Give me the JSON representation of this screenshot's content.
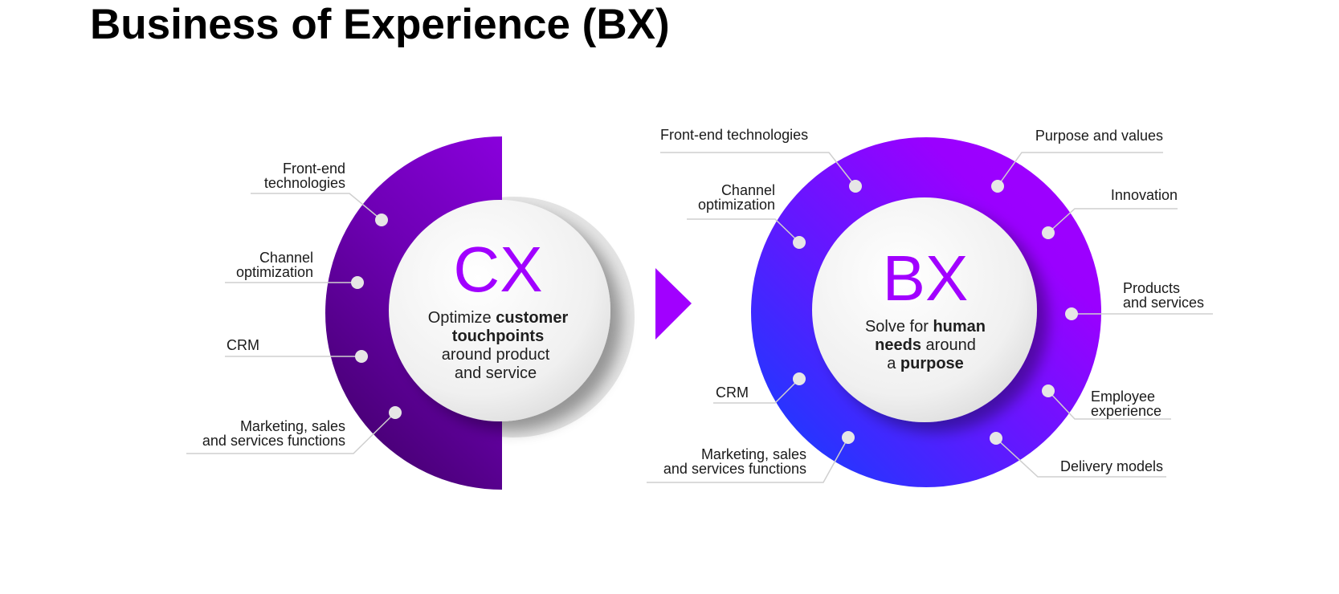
{
  "title": "Business of Experience (BX)",
  "colors": {
    "cx_ring_dark": "#3b005f",
    "cx_ring_light": "#a100ff",
    "bx_ring_blue": "#0a43ff",
    "bx_ring_purple": "#a100ff",
    "accent": "#a100ff",
    "arrow": "#a100ff"
  },
  "cx": {
    "heading": "CX",
    "line1": "Optimize",
    "line1_bold": "customer",
    "line2_bold": "touchpoints",
    "line3": "around product",
    "line4": "and service",
    "labels": {
      "front_end_1": "Front-end",
      "front_end_2": "technologies",
      "channel_1": "Channel",
      "channel_2": "optimization",
      "crm": "CRM",
      "marketing_1": "Marketing, sales",
      "marketing_2": "and services functions"
    }
  },
  "arrow_icon": "triangle-right-icon",
  "bx": {
    "heading": "BX",
    "line1": "Solve for",
    "line1_bold": "human",
    "line2_bold": "needs",
    "line2": "around",
    "line3": "a",
    "line3_bold": "purpose",
    "labels": {
      "front_end": "Front-end technologies",
      "channel_1": "Channel",
      "channel_2": "optimization",
      "crm": "CRM",
      "marketing_1": "Marketing, sales",
      "marketing_2": "and services functions",
      "purpose": "Purpose and values",
      "innovation": "Innovation",
      "products_1": "Products",
      "products_2": "and services",
      "employee_1": "Employee",
      "employee_2": "experience",
      "delivery": "Delivery models"
    }
  }
}
